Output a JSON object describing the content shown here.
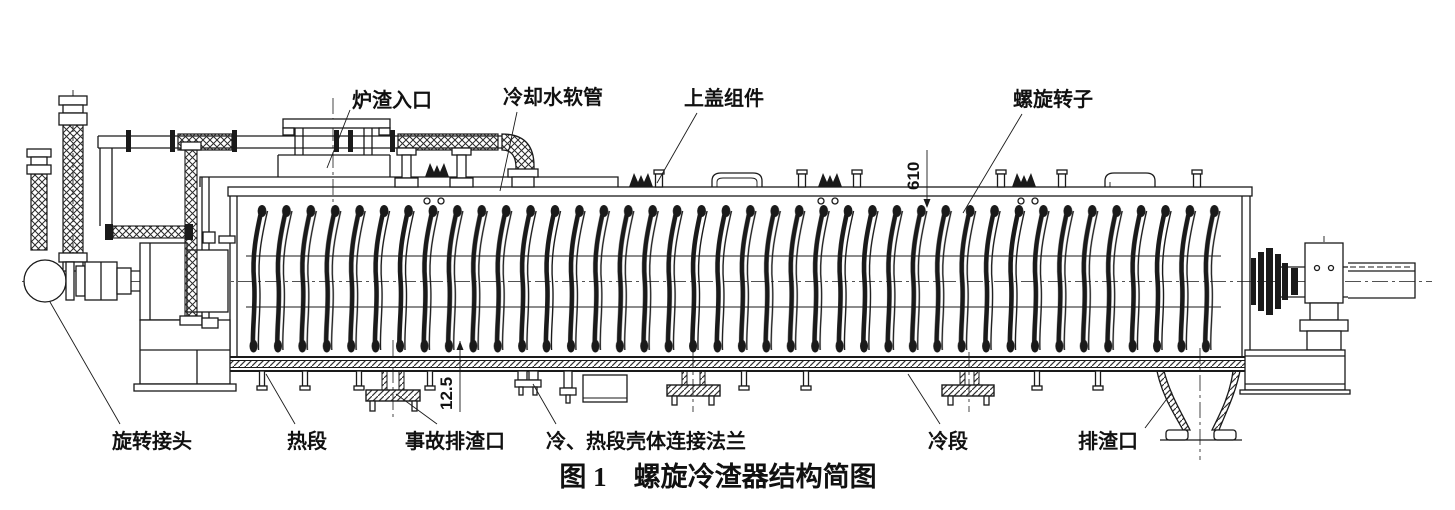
{
  "caption": "图 1　螺旋冷渣器结构简图",
  "labels": {
    "slag_inlet": "炉渣入口",
    "cooling_hose": "冷却水软管",
    "top_cover": "上盖组件",
    "screw_rotor": "螺旋转子",
    "rotary_joint": "旋转接头",
    "hot_section": "热段",
    "emergency_drain": "事故排渣口",
    "shell_flange": "冷、热段壳体连接法兰",
    "cold_section": "冷段",
    "slag_outlet": "排渣口"
  },
  "dimensions": {
    "shell_height": "610",
    "bottom_clearance": "12.5"
  },
  "colors": {
    "line": "#1a1a1a",
    "background": "#ffffff"
  }
}
